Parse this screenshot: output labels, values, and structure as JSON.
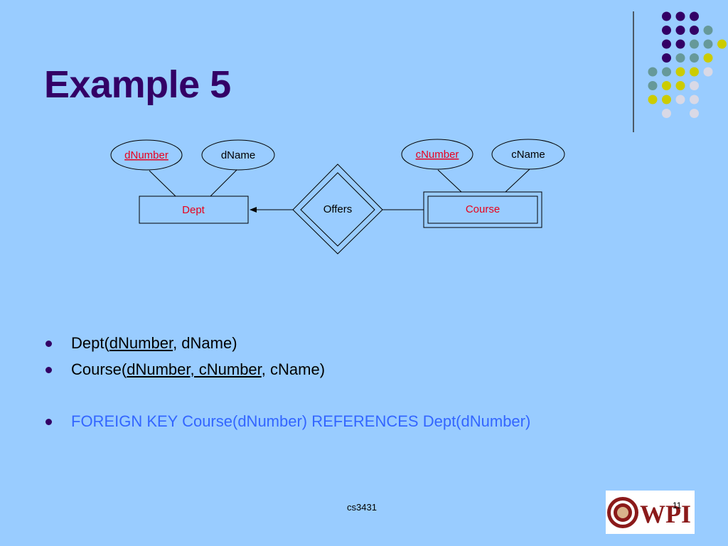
{
  "slide": {
    "title": "Example 5",
    "footer": "cs3431",
    "page_number": "11"
  },
  "logo": {
    "text": "WPI"
  },
  "diagram": {
    "attributes": {
      "dnumber": "dNumber",
      "dname": "dName",
      "cnumber": "cNumber",
      "cname": "cName"
    },
    "entities": {
      "dept": "Dept",
      "course": "Course"
    },
    "relationship": {
      "offers": "Offers"
    }
  },
  "bullets": {
    "b1": {
      "pre": "Dept(",
      "key": "dNumber",
      "post": ", dName)"
    },
    "b2": {
      "pre": "Course(",
      "key": "dNumber, cNumber",
      "post": ", cName)"
    },
    "b3": "FOREIGN KEY Course(dNumber) REFERENCES Dept(dNumber)"
  },
  "colors": {
    "background": "#99ccff",
    "title": "#330066",
    "purple": "#330066",
    "teal": "#669999",
    "yellow": "#cccc00",
    "light": "#d9d9e6",
    "red_text": "#e8001c",
    "blue_text": "#3366ff"
  }
}
